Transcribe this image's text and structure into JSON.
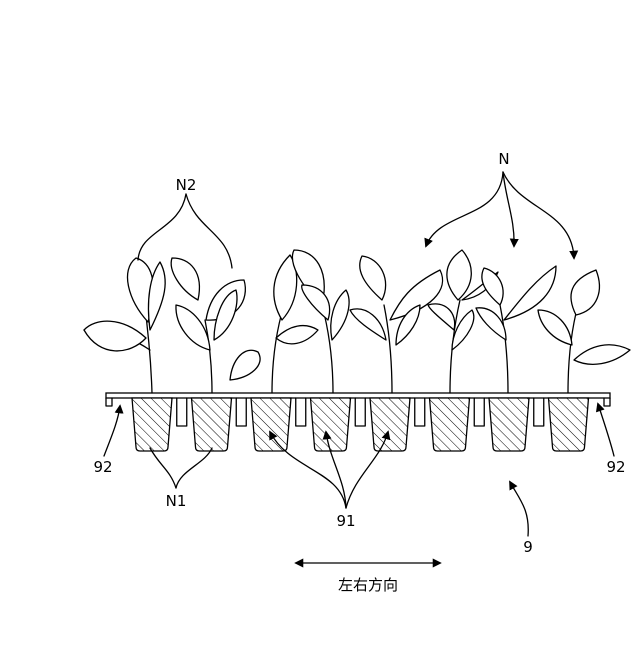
{
  "figure": {
    "labels": {
      "seedlings_all": "N",
      "seedlings_group": "N2",
      "soil_blocks": "N1",
      "cells": "91",
      "tray": "9",
      "tray_edge_left": "92",
      "tray_edge_right": "92"
    },
    "direction_label": "左右方向",
    "cell_count": 8,
    "plant_count": 8
  }
}
